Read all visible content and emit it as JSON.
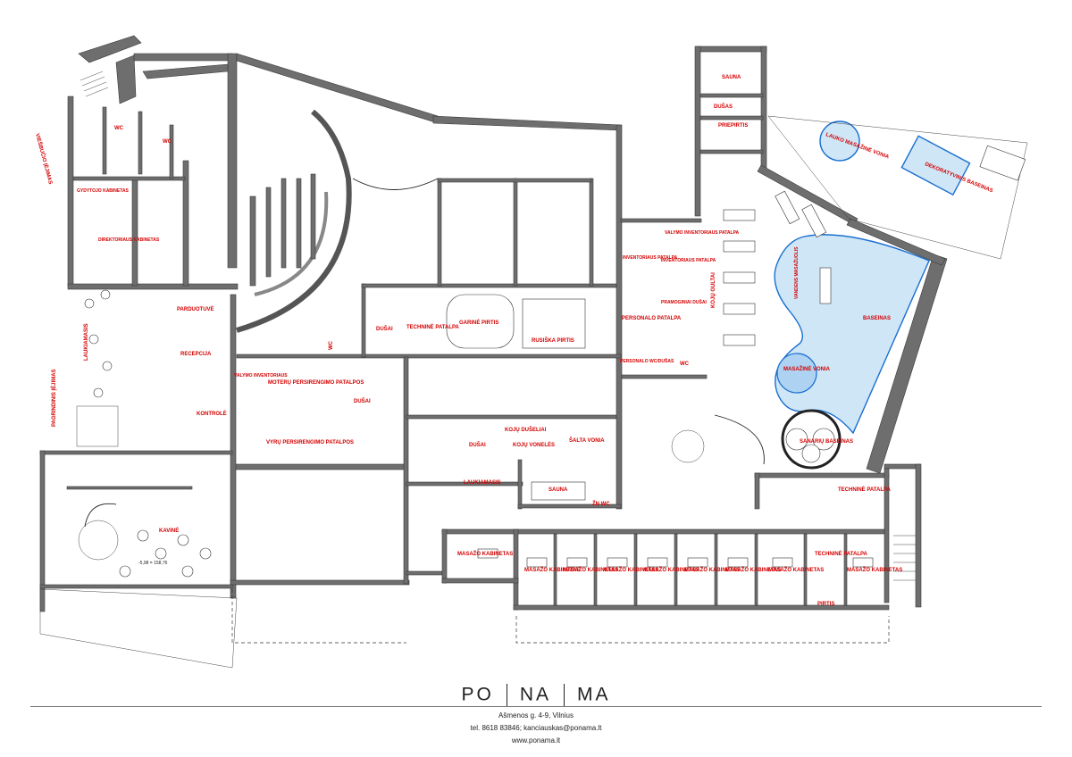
{
  "rooms": {
    "viesbucio_iejimas": "VIEŠBUČIO ĮĖJIMAS",
    "pagrindinis_iejimas": "PAGRINDINIS ĮĖJIMAS",
    "wc": "WC",
    "sveikatos_kabinetas": "GYDYTOJO KABINETAS",
    "direktoriaus_kabinetas": "DIREKTORIAUS KABINETAS",
    "laukiamasis": "LAUKIAMASIS",
    "parduotuve": "PARDUOTUVĖ",
    "recepcija": "RECEPCIJA",
    "kontrole": "KONTROLĖ",
    "valymo_inventoriaus": "VALYMO INVENTORIAUS",
    "moteru_persirengimo": "MOTERŲ PERSIRENGIMO PATALPOS",
    "vyru_persirengimo": "VYRŲ PERSIRENGIMO PATALPOS",
    "dusai": "DUŠAI",
    "technine_patalpa": "TECHNINĖ PATALPA",
    "garine_pirtis": "GARINĖ PIRTIS",
    "rusiska_pirtis": "RUSIŠKA PIRTIS",
    "koju_duselis": "KOJŲ DUŠELIAI",
    "koju_voneles": "KOJŲ VONELĖS",
    "salta_vonia": "ŠALTA VONIA",
    "sauna": "SAUNA",
    "zn_wc": "ŽN WC",
    "kavine": "KAVINĖ",
    "inventoriaus_patalpa": "INVENTORIAUS PATALPA",
    "valymo_inventoriaus_patalpa": "VALYMO INVENTORIAUS PATALPA",
    "personalo_patalpa": "PERSONALO PATALPA",
    "personalo_wc_dusas": "PERSONALO WC/DUŠAS",
    "pramoginiai_dusai": "PRAMOGINIAI DUŠAI",
    "kojų_gultai": "KOJŲ GULTAI",
    "sauna_top": "SAUNA",
    "dusas": "DUŠAS",
    "priepirtis": "PRIEPIRTIS",
    "lauko_masazine_vonia": "LAUKO MASAŽINĖ VONIA",
    "dekoratyvinis_baseinas": "DEKORATYVINIS BASEINAS",
    "vandens_masazuolis": "VANDENS MASAŽUOLIS",
    "baseinas": "BASEINAS",
    "masazine_vonia": "MASAŽINĖ VONIA",
    "sanariu_baseinas": "SANARIŲ BASEINAS",
    "masazo_kabinetas": "MASAŽO KABINETAS",
    "pirtis": "PIRTIS",
    "area_label": "-5,98 = 158,76"
  },
  "footer": {
    "brand_parts": [
      "PO",
      "NA",
      "MA"
    ],
    "address": "Ašmenos g. 4-9, Vilnius",
    "contacts": "tel. 8618 83846; kanciauskas@ponama.lt",
    "website": "www.ponama.lt"
  },
  "colors": {
    "label": "#d40000",
    "wall": "#6e6e6e",
    "pool": "#cfe6f7",
    "pool_edge": "#1a6fd0"
  }
}
